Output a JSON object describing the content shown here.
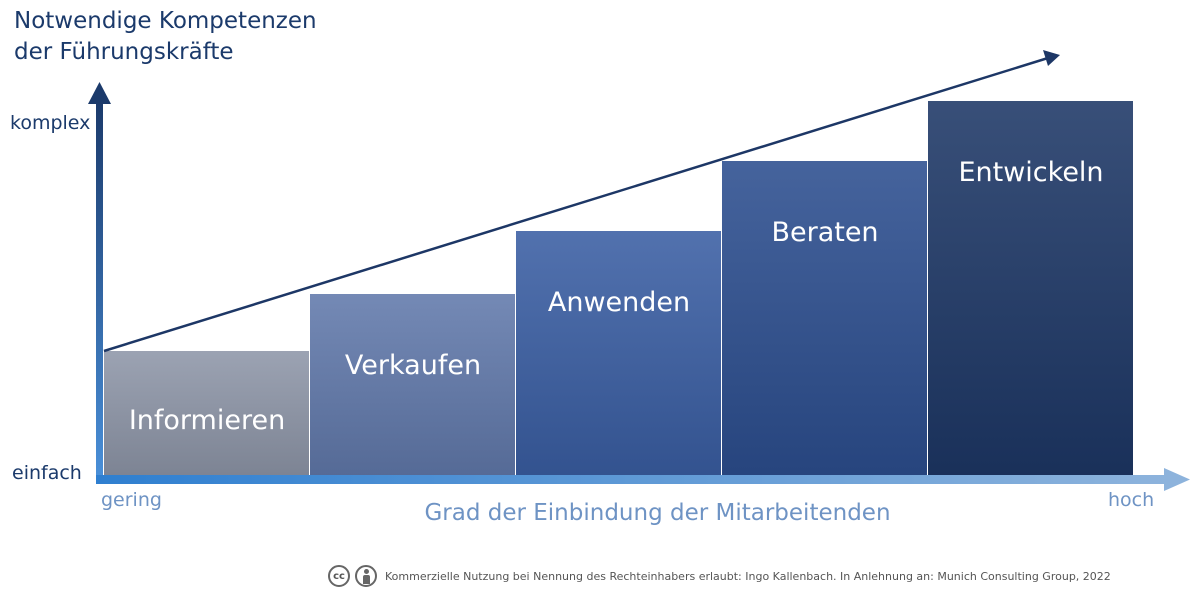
{
  "title": {
    "line1": "Notwendige Kompetenzen",
    "line2": "der Führungskräfte"
  },
  "y_axis": {
    "top_label": "komplex",
    "bottom_label": "einfach"
  },
  "x_axis": {
    "left_label": "gering",
    "right_label": "hoch",
    "title": "Grad der Einbindung der Mitarbeitenden"
  },
  "steps": [
    {
      "label": "Informieren",
      "level": 1,
      "color": "#8e96a8"
    },
    {
      "label": "Verkaufen",
      "level": 2,
      "color": "#6179ab"
    },
    {
      "label": "Anwenden",
      "level": 3,
      "color": "#3a5ea3"
    },
    {
      "label": "Beraten",
      "level": 4,
      "color": "#2c4e8f"
    },
    {
      "label": "Entwickeln",
      "level": 5,
      "color": "#1d3766"
    }
  ],
  "colors": {
    "axis_dark": "#1b3a6b",
    "axis_light": "#6e93c4",
    "trend_line": "#1d3766"
  },
  "footer": {
    "license_icons": [
      "cc-icon",
      "by-person-icon"
    ],
    "cc_text": "cc",
    "text": "Kommerzielle Nutzung bei Nennung des Rechteinhabers erlaubt: Ingo Kallenbach. In Anlehnung an: Munich Consulting Group, 2022"
  }
}
